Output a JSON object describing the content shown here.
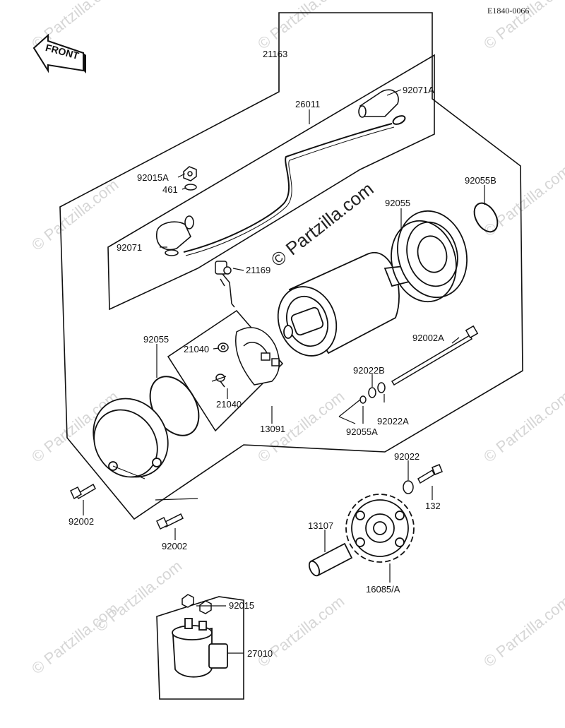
{
  "diagram_code": "E1840-0066",
  "front_label": "FRONT",
  "watermark_text": "© Partzilla.com",
  "part_labels": {
    "p21163": "21163",
    "p92071A": "92071A",
    "p26011": "26011",
    "p92015A": "92015A",
    "p461": "461",
    "p92055B": "92055B",
    "p92055_top": "92055",
    "p92071": "92071",
    "p21169": "21169",
    "p92055_left": "92055",
    "p21040_a": "21040",
    "p21040_b": "21040",
    "p13091": "13091",
    "p92002A": "92002A",
    "p92022B": "92022B",
    "p92022A": "92022A",
    "p92055A": "92055A",
    "p92022": "92022",
    "p132": "132",
    "p92002_a": "92002",
    "p92002_b": "92002",
    "p13107": "13107",
    "p16085A": "16085/A",
    "p92015": "92015",
    "p27010": "27010"
  }
}
